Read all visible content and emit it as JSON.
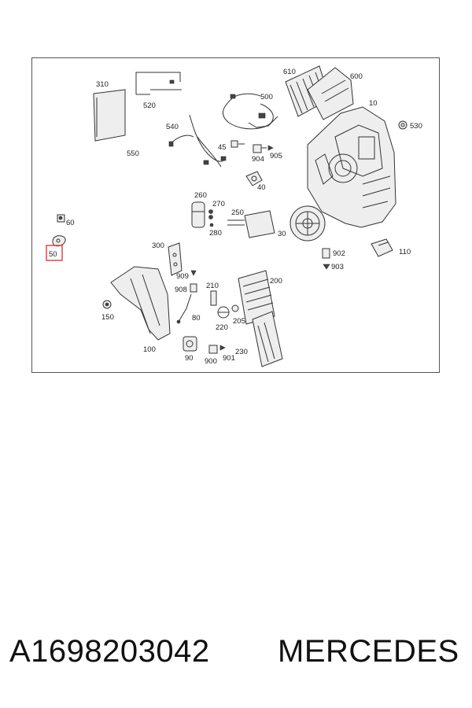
{
  "diagram": {
    "highlight_color": "#e0474c",
    "highlighted_part": "50",
    "labels": {
      "p310": "310",
      "p520": "520",
      "p610": "610",
      "p600": "600",
      "p500": "500",
      "p10": "10",
      "p530": "530",
      "p540": "540",
      "p550": "550",
      "p45": "45",
      "p904": "904",
      "p905": "905",
      "p40": "40",
      "p260": "260",
      "p270": "270",
      "p250": "250",
      "p280": "280",
      "p30": "30",
      "p60": "60",
      "p50": "50",
      "p300": "300",
      "p902": "902",
      "p903": "903",
      "p110": "110",
      "p909": "909",
      "p908": "908",
      "p210": "210",
      "p200": "200",
      "p150": "150",
      "p80": "80",
      "p220": "220",
      "p205": "205",
      "p100": "100",
      "p90": "90",
      "p900": "900",
      "p901": "901",
      "p230": "230"
    }
  },
  "caption": {
    "part_number": "A1698203042",
    "brand": "MERCEDES"
  }
}
